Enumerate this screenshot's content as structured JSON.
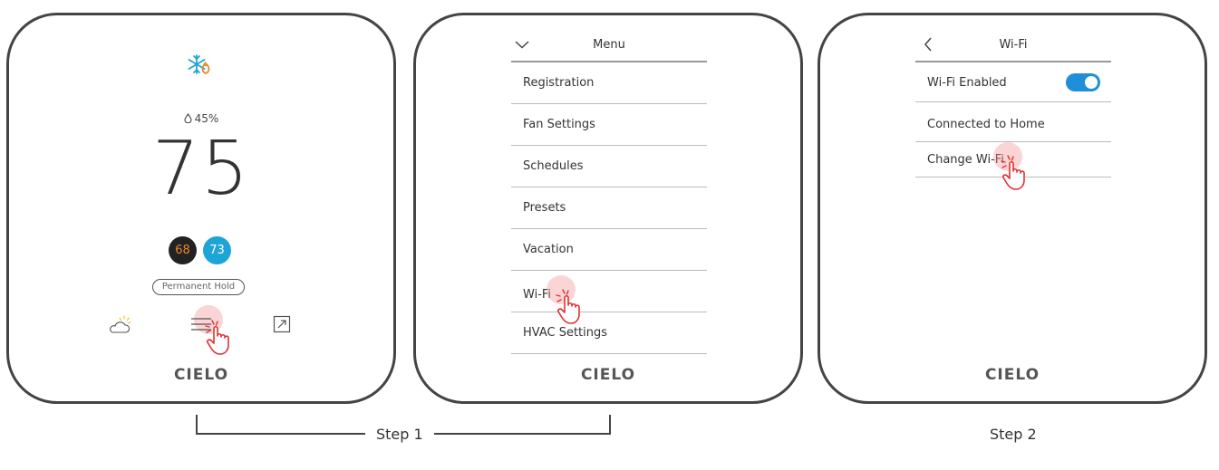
{
  "screen1": {
    "humidity": "45%",
    "temperature": "75",
    "heat_setpoint": "68",
    "cool_setpoint": "73",
    "hold_label": "Permanent Hold",
    "logo": "CIELO"
  },
  "screen2": {
    "title": "Menu",
    "items": [
      "Registration",
      "Fan Settings",
      "Schedules",
      "Presets",
      "Vacation",
      "Wi-Fi",
      "HVAC Settings"
    ],
    "logo": "CIELO"
  },
  "screen3": {
    "title": "Wi-Fi",
    "wifi_enabled_label": "Wi-Fi Enabled",
    "wifi_enabled": true,
    "connected_label": "Connected to Home",
    "change_label": "Change Wi-Fi",
    "logo": "CIELO"
  },
  "steps": [
    "Step 1",
    "Step 2"
  ],
  "colors": {
    "heat": "#e6892c",
    "cool": "#1ea5d8",
    "toggle_on": "#1e8fd8",
    "tap_indicator": "#e03030"
  },
  "icons": [
    "heat-cool-mode-icon",
    "drop-icon",
    "menu-icon",
    "weather-icon",
    "expand-icon",
    "chevron-down-icon",
    "chevron-left-icon",
    "tap-hand-icon"
  ]
}
